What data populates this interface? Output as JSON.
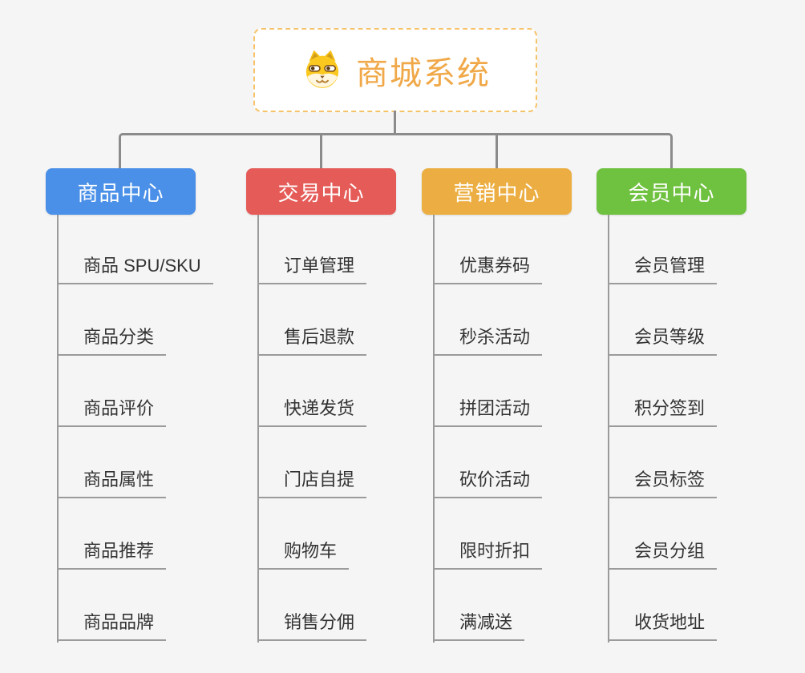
{
  "root": {
    "title": "商城系统",
    "icon": "dog-face-icon",
    "title_color": "#f0a848",
    "border_color": "#f6c36b"
  },
  "branches": [
    {
      "label": "商品中心",
      "color": "#4a90e8",
      "children": [
        "商品 SPU/SKU",
        "商品分类",
        "商品评价",
        "商品属性",
        "商品推荐",
        "商品品牌"
      ]
    },
    {
      "label": "交易中心",
      "color": "#e55b57",
      "children": [
        "订单管理",
        "售后退款",
        "快递发货",
        "门店自提",
        "购物车",
        "销售分佣"
      ]
    },
    {
      "label": "营销中心",
      "color": "#ecae42",
      "children": [
        "优惠券码",
        "秒杀活动",
        "拼团活动",
        "砍价活动",
        "限时折扣",
        "满减送"
      ]
    },
    {
      "label": "会员中心",
      "color": "#6fc140",
      "children": [
        "会员管理",
        "会员等级",
        "积分签到",
        "会员标签",
        "会员分组",
        "收货地址"
      ]
    }
  ]
}
